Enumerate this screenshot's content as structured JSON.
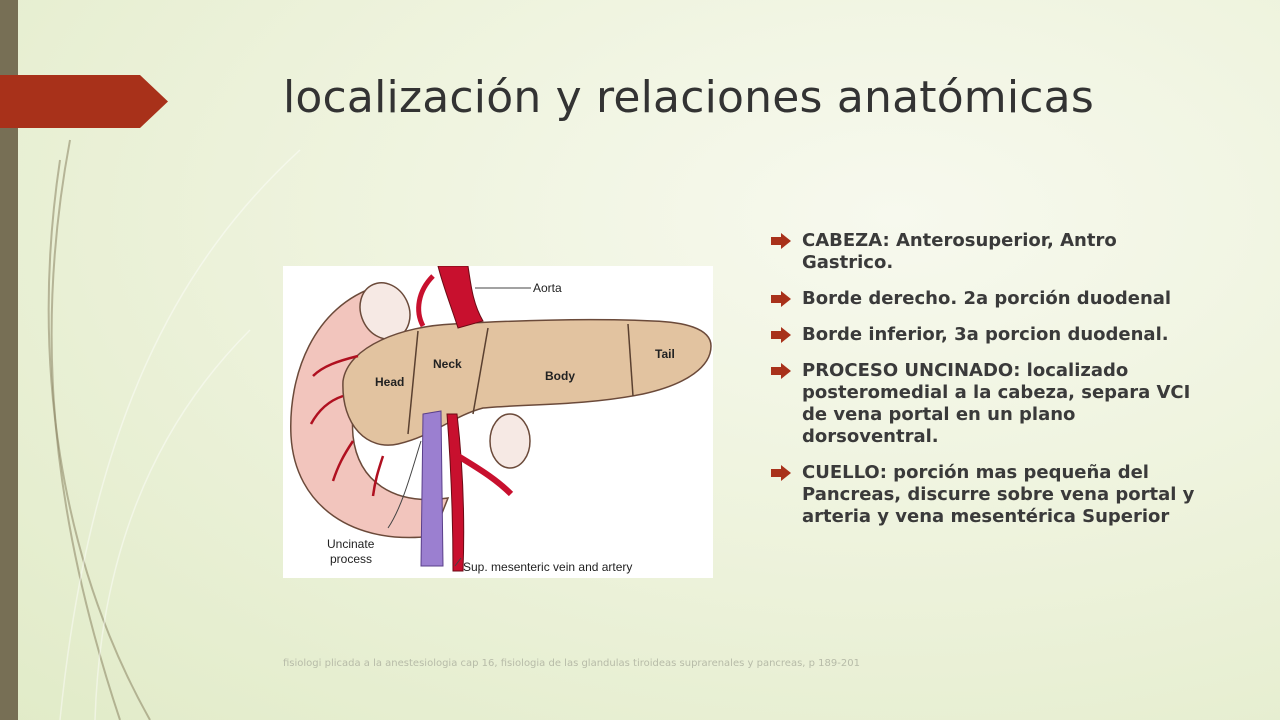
{
  "slide": {
    "title": "localización y relaciones anatómicas",
    "bullets": [
      "CABEZA: Anterosuperior, Antro Gastrico.",
      "Borde derecho. 2a porción duodenal",
      "Borde inferior, 3a porcion duodenal.",
      "PROCESO UNCINADO: localizado posteromedial a la cabeza, separa VCI de vena portal en un plano dorsoventral.",
      "CUELLO: porción mas pequeña del Pancreas, discurre sobre vena portal y arteria y vena mesentérica Superior"
    ],
    "footer": "fisiologi plicada a la anestesiologia cap 16, fisiologia de las glandulas tiroideas suprarenales y pancreas, p 189-201"
  },
  "figure": {
    "labels": {
      "aorta": "Aorta",
      "head": "Head",
      "neck": "Neck",
      "body": "Body",
      "tail": "Tail",
      "uncinate_line1": "Uncinate",
      "uncinate_line2": "process",
      "sup_mesenteric": "Sup. mesenteric vein and artery"
    }
  },
  "theme": {
    "accent": "#a8311a",
    "sidebar": "#776f55",
    "bullet_color": "#a8311a",
    "artery": "#c8102e",
    "vein": "#9b7fd0",
    "pancreas": "#e2c3a0"
  },
  "icons": {
    "bullet": "arrow-right-icon"
  }
}
